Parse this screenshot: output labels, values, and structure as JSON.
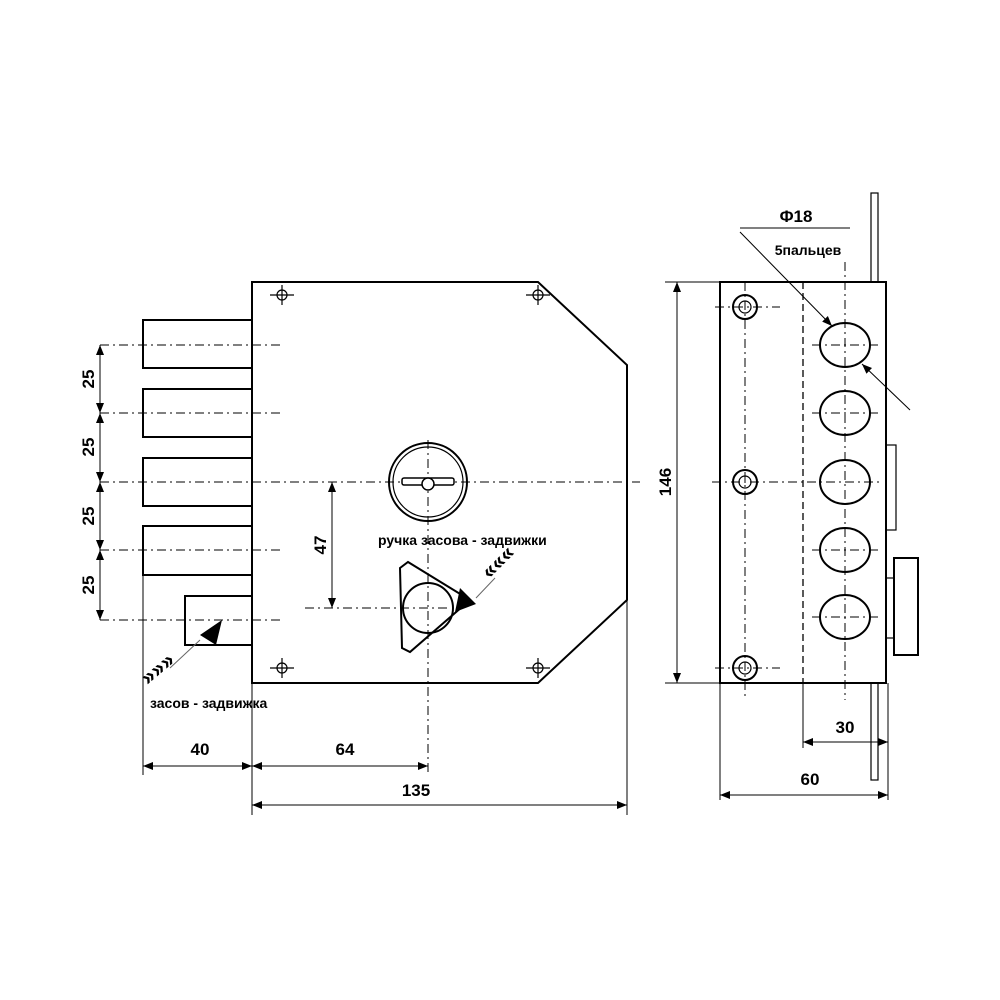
{
  "front_view": {
    "bolt_spacing_labels": [
      "25",
      "25",
      "25",
      "25"
    ],
    "knob_offset_label": "47",
    "latch_width_label": "40",
    "knob_x_label": "64",
    "body_width_label": "135",
    "knob_caption": "ручка засова - задвижки",
    "latch_caption": "засов - задвижка"
  },
  "side_view": {
    "height_label": "146",
    "diameter_label": "Φ18",
    "bolts_caption": "5пальцев",
    "backset_label": "30",
    "depth_label": "60"
  }
}
